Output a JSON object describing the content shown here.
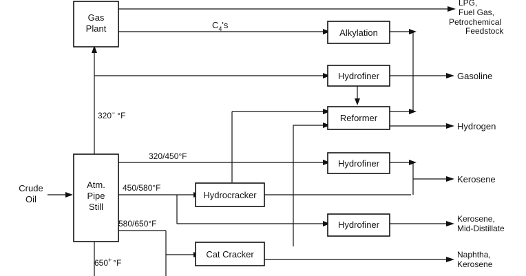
{
  "units": {
    "box": "Plant",
    "box2": "Still"
  },
  "boxes": {
    "gas_plant": [
      "Gas",
      "Plant"
    ],
    "pipe_still": [
      "Atm.",
      "Pipe",
      "Still"
    ],
    "alkylation": "Alkylation",
    "hydrofiner_top": "Hydrofiner",
    "reformer": "Reformer",
    "hydrofiner_mid": "Hydrofiner",
    "hydrocracker": "Hydrocracker",
    "hydrofiner_low": "Hydrofiner",
    "cat_cracker": "Cat Cracker"
  },
  "streams": {
    "crude": [
      "Crude",
      "Oil"
    ],
    "c4": "C",
    "c4_sub": "4",
    "c4_suffix": "'s",
    "cut_320_minus": "320",
    "cut_320_minus_sup": "−",
    "cut_320_minus_tail": "°F",
    "cut_320_450": "320/450°F",
    "cut_450_580": "450/580°F",
    "cut_580_650": "580/650°F",
    "cut_650_plus": "650",
    "cut_650_plus_sup": "+",
    "cut_650_plus_tail": "°F"
  },
  "products": {
    "lpg": [
      "LPG,",
      "Fuel Gas,",
      "Petrochemical",
      "Feedstock"
    ],
    "gasoline": "Gasoline",
    "hydrogen": "Hydrogen",
    "kerosene": "Kerosene",
    "kerosene_mid": [
      "Kerosene,",
      "Mid-Distillate"
    ],
    "naphtha": [
      "Naphtha,",
      "Kerosene"
    ]
  }
}
